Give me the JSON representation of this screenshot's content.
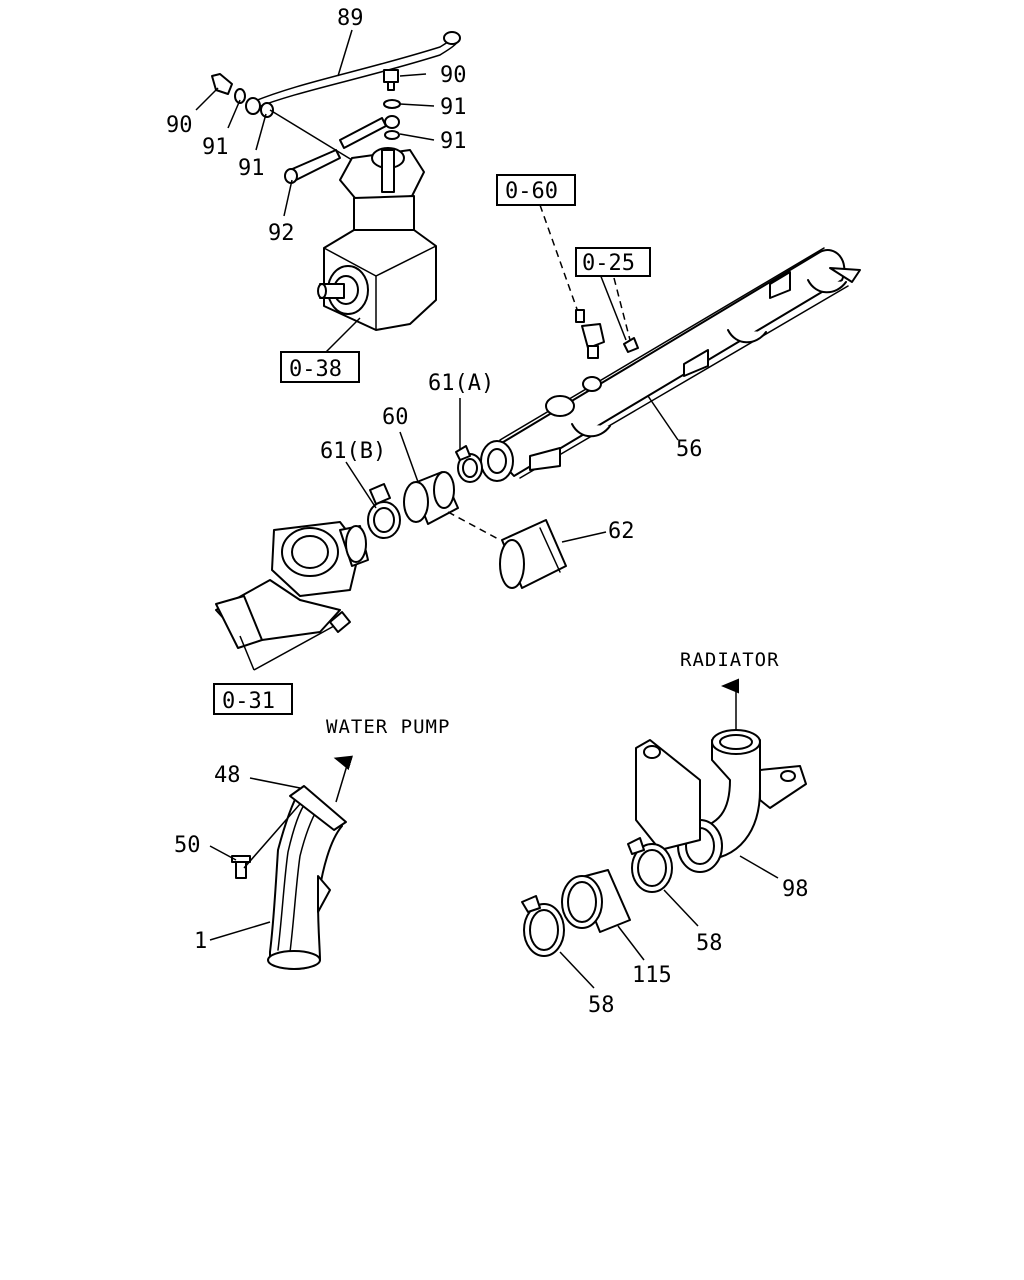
{
  "callouts": {
    "c89": "89",
    "c90a": "90",
    "c90b": "90",
    "c91a": "91",
    "c91b": "91",
    "c91c": "91",
    "c91d": "91",
    "c92": "92",
    "c56": "56",
    "c60": "60",
    "c61a": "61(A)",
    "c61b": "61(B)",
    "c62": "62",
    "c48": "48",
    "c50": "50",
    "c1": "1",
    "c98": "98",
    "c58a": "58",
    "c58b": "58",
    "c115": "115"
  },
  "references": {
    "r038": "0-38",
    "r060": "0-60",
    "r025": "0-25",
    "r031": "0-31"
  },
  "captions": {
    "water_pump": "WATER PUMP",
    "radiator": "RADIATOR"
  }
}
